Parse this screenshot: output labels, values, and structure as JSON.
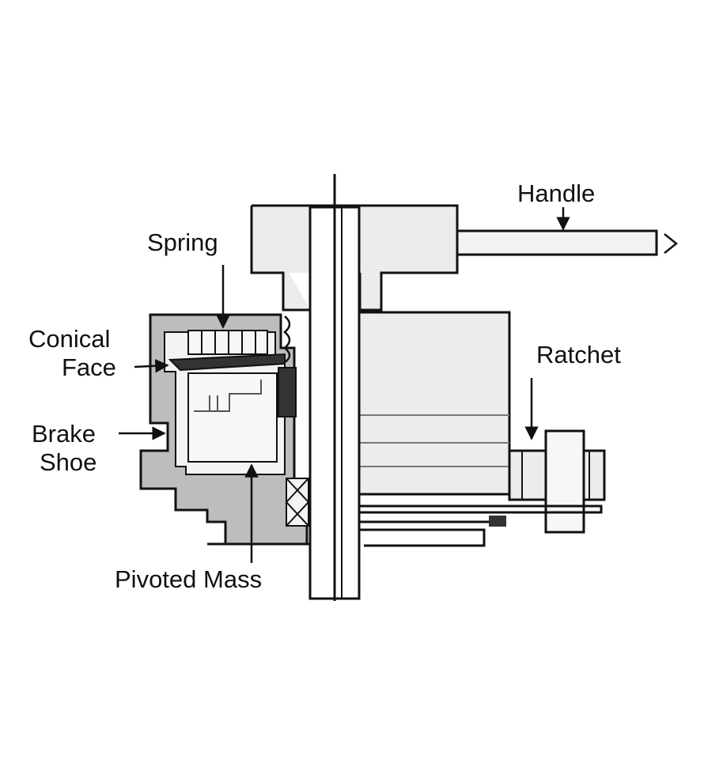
{
  "labels": {
    "handle": "Handle",
    "spring": "Spring",
    "conical_face": [
      "Conical",
      "Face"
    ],
    "ratchet": "Ratchet",
    "brake_shoe": [
      "Brake",
      "Shoe"
    ],
    "pivoted_mass": "Pivoted Mass"
  },
  "colors": {
    "line": "#111111",
    "fill_light": "#ececec",
    "fill_mid": "#bdbdbd",
    "fill_dark": "#555555",
    "background": "#ffffff"
  }
}
